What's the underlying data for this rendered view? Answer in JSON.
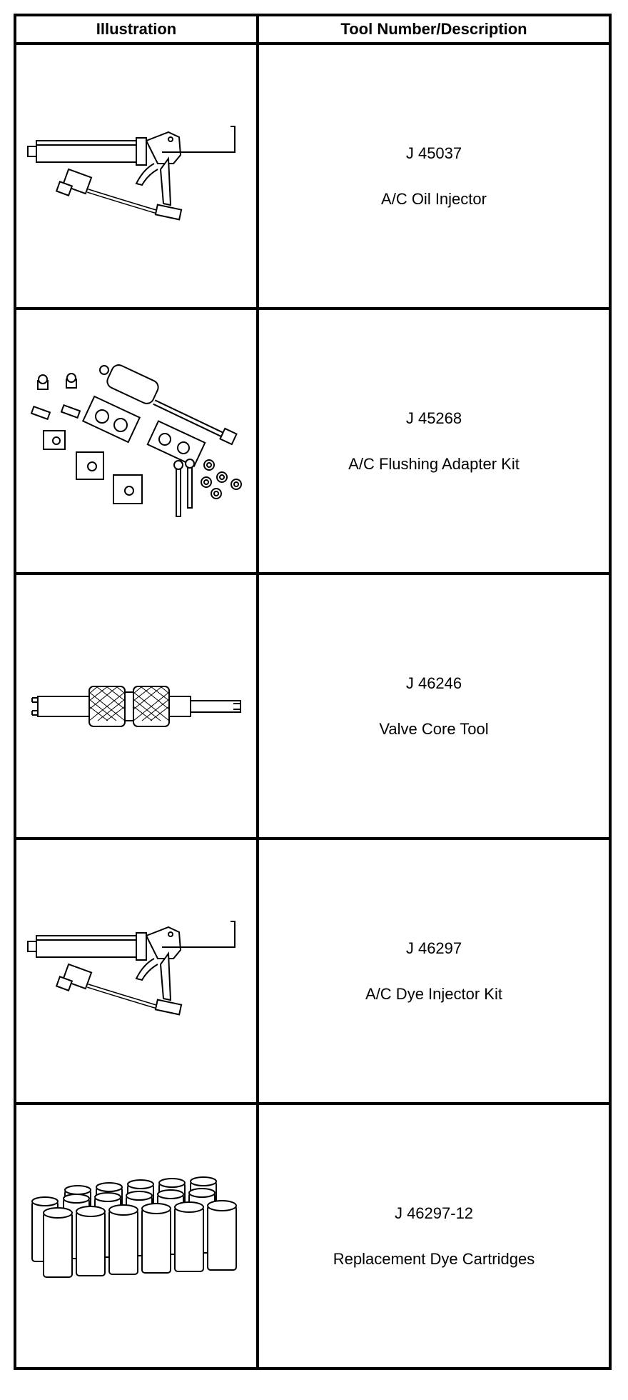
{
  "header": {
    "illustration": "Illustration",
    "description": "Tool Number/Description"
  },
  "rows": [
    {
      "tool_number": "J 45037",
      "description": "A/C Oil Injector",
      "illustration_icon": "oil-injector-gun-icon"
    },
    {
      "tool_number": "J 45268",
      "description": "A/C Flushing Adapter Kit",
      "illustration_icon": "flushing-adapter-kit-icon"
    },
    {
      "tool_number": "J 46246",
      "description": "Valve Core Tool",
      "illustration_icon": "valve-core-tool-icon"
    },
    {
      "tool_number": "J 46297",
      "description": "A/C Dye Injector Kit",
      "illustration_icon": "dye-injector-gun-icon"
    },
    {
      "tool_number": "J 46297-12",
      "description": "Replacement Dye Cartridges",
      "illustration_icon": "dye-cartridges-icon"
    }
  ]
}
